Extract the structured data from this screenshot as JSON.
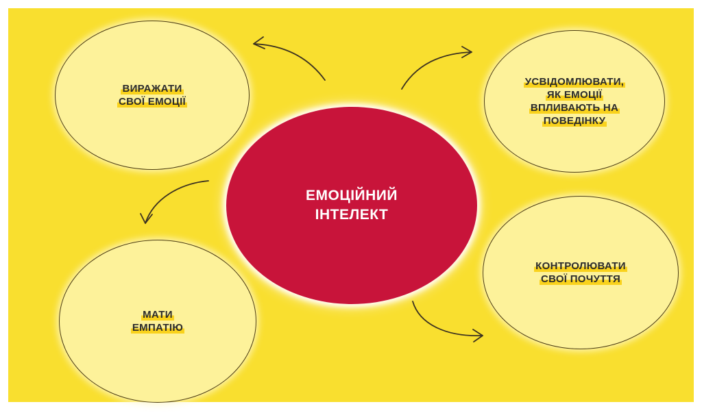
{
  "colors": {
    "background": "#f9df2f",
    "bubble_fill": "#fdf29a",
    "center_fill": "#c8143a",
    "arrow": "#3a3020"
  },
  "center": {
    "line1": "ЕМОЦІЙНИЙ",
    "line2": "ІНТЕЛЕКТ"
  },
  "nodes": {
    "top_left": {
      "lines": [
        "ВИРАЖАТИ",
        "СВОЇ ЕМОЦІЇ"
      ]
    },
    "top_right": {
      "lines": [
        "УСВІДОМЛЮВАТИ,",
        "ЯК ЕМОЦІЇ",
        "ВПЛИВАЮТЬ НА",
        "ПОВЕДІНКУ"
      ]
    },
    "bottom_left": {
      "lines": [
        "МАТИ",
        "ЕМПАТІЮ"
      ]
    },
    "bottom_right": {
      "lines": [
        "КОНТРОЛЮВАТИ",
        "СВОЇ ПОЧУТТЯ"
      ]
    }
  }
}
